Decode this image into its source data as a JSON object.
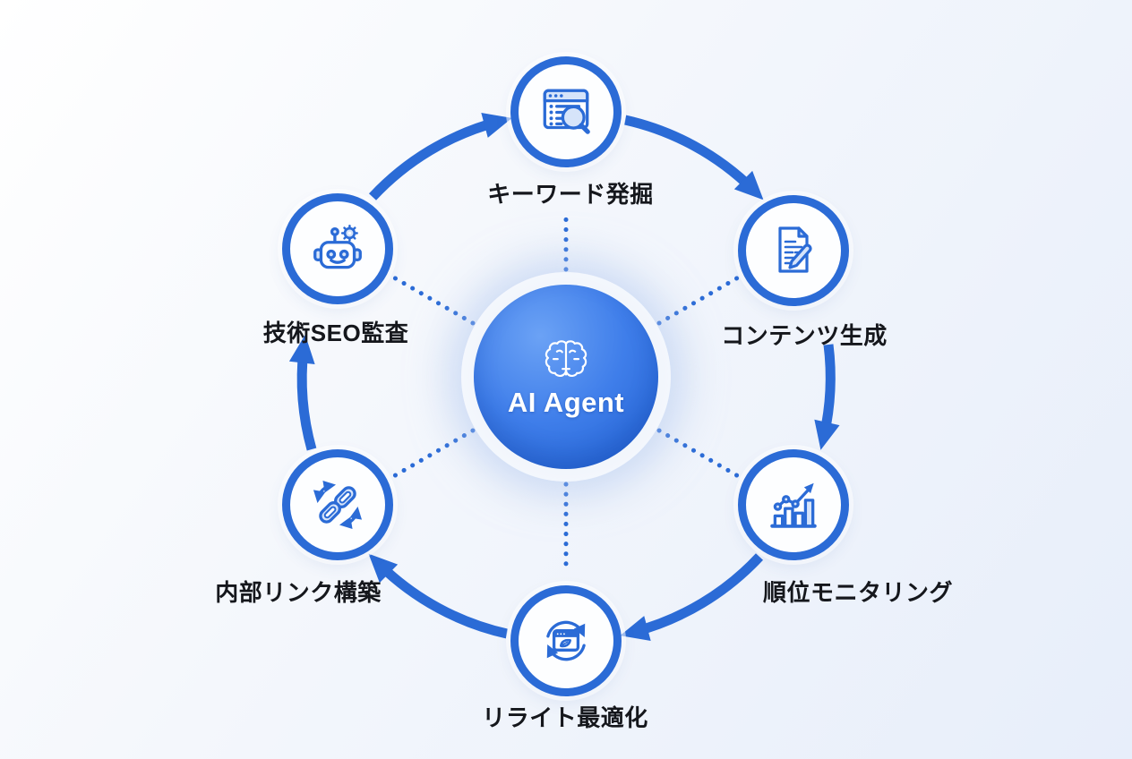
{
  "diagram": {
    "center": {
      "label": "AI Agent",
      "icon": "brain-icon"
    },
    "nodes": [
      {
        "id": "keyword-discovery",
        "label": "キーワード発掘",
        "icon": "browser-search-icon",
        "position": "top"
      },
      {
        "id": "content-generation",
        "label": "コンテンツ生成",
        "icon": "document-pencil-icon",
        "position": "top-right"
      },
      {
        "id": "rank-monitoring",
        "label": "順位モニタリング",
        "icon": "chart-growth-icon",
        "position": "bottom-right"
      },
      {
        "id": "rewrite-optimization",
        "label": "リライト最適化",
        "icon": "refresh-browser-icon",
        "position": "bottom"
      },
      {
        "id": "internal-link-building",
        "label": "内部リンク構築",
        "icon": "chain-link-icon",
        "position": "bottom-left"
      },
      {
        "id": "technical-seo-audit",
        "label": "技術SEO監査",
        "icon": "robot-icon",
        "position": "top-left"
      }
    ],
    "cycle_edges": [
      {
        "from": "技術SEO監査",
        "to": "キーワード発掘"
      },
      {
        "from": "キーワード発掘",
        "to": "コンテンツ生成"
      },
      {
        "from": "コンテンツ生成",
        "to": "順位モニタリング"
      },
      {
        "from": "順位モニタリング",
        "to": "リライト最適化"
      },
      {
        "from": "リライト最適化",
        "to": "内部リンク構築"
      },
      {
        "from": "内部リンク構築",
        "to": "技術SEO監査"
      }
    ],
    "hub_connectors": "dotted line from AI Agent hub to each of the six steps",
    "colors": {
      "primary": "#2b6bd6",
      "icon_fill": "#d6e4fa",
      "label_text": "#15171c",
      "background_start": "#ffffff",
      "background_end": "#e7eefa",
      "center_gradient": [
        "#6ba2f5",
        "#3f7eea",
        "#1e5ecf"
      ]
    }
  }
}
